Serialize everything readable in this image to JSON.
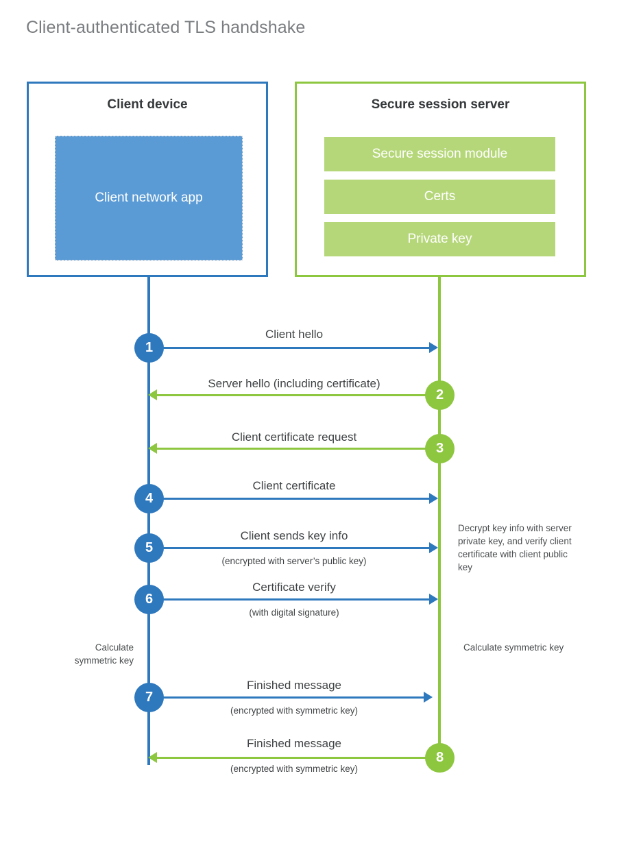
{
  "diagram": {
    "title": "Client-authenticated TLS handshake",
    "colors": {
      "client_accent": "#2e78bd",
      "client_fill": "#5b9bd5",
      "server_accent": "#8dc63f",
      "server_fill": "#b5d779",
      "title_text": "#7a7d80",
      "body_text": "#3f4244"
    },
    "participants": {
      "client": {
        "title": "Client device",
        "inner_block": "Client network app"
      },
      "server": {
        "title": "Secure session server",
        "blocks": [
          "Secure session module",
          "Certs",
          "Private key"
        ]
      }
    },
    "steps": [
      {
        "number": "1",
        "direction": "client-to-server",
        "label": "Client hello",
        "sublabel": ""
      },
      {
        "number": "2",
        "direction": "server-to-client",
        "label": "Server hello (including certificate)",
        "sublabel": ""
      },
      {
        "number": "3",
        "direction": "server-to-client",
        "label": "Client certificate request",
        "sublabel": ""
      },
      {
        "number": "4",
        "direction": "client-to-server",
        "label": "Client certificate",
        "sublabel": ""
      },
      {
        "number": "5",
        "direction": "client-to-server",
        "label": "Client sends key info",
        "sublabel": "(encrypted with server’s public key)"
      },
      {
        "number": "6",
        "direction": "client-to-server",
        "label": "Certificate verify",
        "sublabel": "(with digital signature)"
      },
      {
        "number": "7",
        "direction": "client-to-server",
        "label": "Finished message",
        "sublabel": "(encrypted with symmetric key)"
      },
      {
        "number": "8",
        "direction": "server-to-client",
        "label": "Finished message",
        "sublabel": "(encrypted with symmetric key)"
      }
    ],
    "notes": {
      "server_decrypt": "Decrypt key info with server private key, and verify client certificate with client public key",
      "client_calculate": "Calculate symmetric key",
      "server_calculate": "Calculate symmetric key"
    }
  }
}
